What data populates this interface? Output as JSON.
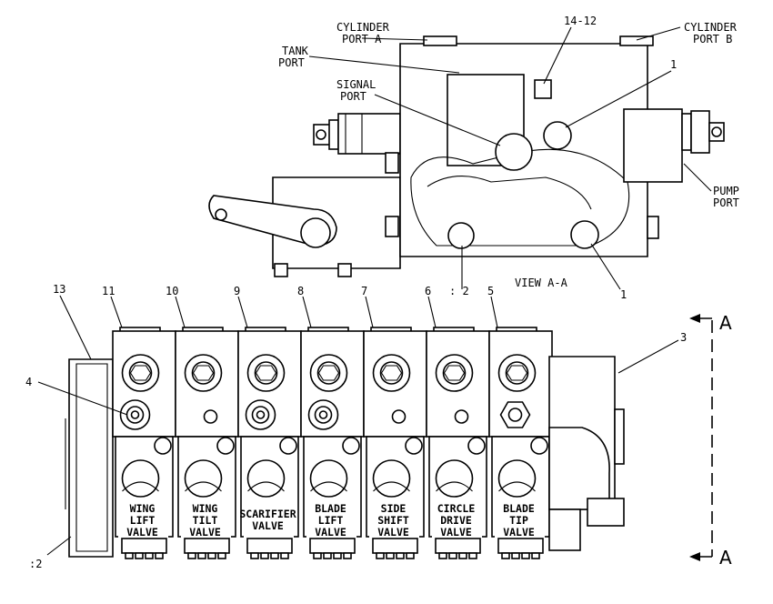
{
  "view_a": {
    "cylinder_port_a": [
      "CYLINDER",
      "PORT A"
    ],
    "cylinder_port_b": [
      "CYLINDER",
      "PORT B"
    ],
    "tank_port": [
      "TANK",
      "PORT"
    ],
    "signal_port": [
      "SIGNAL",
      "PORT"
    ],
    "pump_port": [
      "PUMP",
      "PORT"
    ],
    "part_14_12": "14-12",
    "part_1_top": "1",
    "part_1_bottom": "1",
    "part_2": ": 2",
    "caption": "VIEW A-A"
  },
  "callouts": {
    "c13": "13",
    "c11": "11",
    "c10": "10",
    "c9": "9",
    "c8": "8",
    "c7": "7",
    "c6": "6",
    "c5": "5",
    "c4": "4",
    "c3": "3",
    "c2": ":2"
  },
  "section_marks": {
    "top": "A",
    "bottom": "A"
  },
  "valves": [
    {
      "lines": [
        "WING",
        "LIFT",
        "VALVE"
      ]
    },
    {
      "lines": [
        "WING",
        "TILT",
        "VALVE"
      ]
    },
    {
      "lines": [
        "SCARIFIER",
        "VALVE"
      ]
    },
    {
      "lines": [
        "BLADE",
        "LIFT",
        "VALVE"
      ]
    },
    {
      "lines": [
        "SIDE",
        "SHIFT",
        "VALVE"
      ]
    },
    {
      "lines": [
        "CIRCLE",
        "DRIVE",
        "VALVE"
      ]
    },
    {
      "lines": [
        "BLADE",
        "TIP",
        "VALVE"
      ]
    }
  ]
}
